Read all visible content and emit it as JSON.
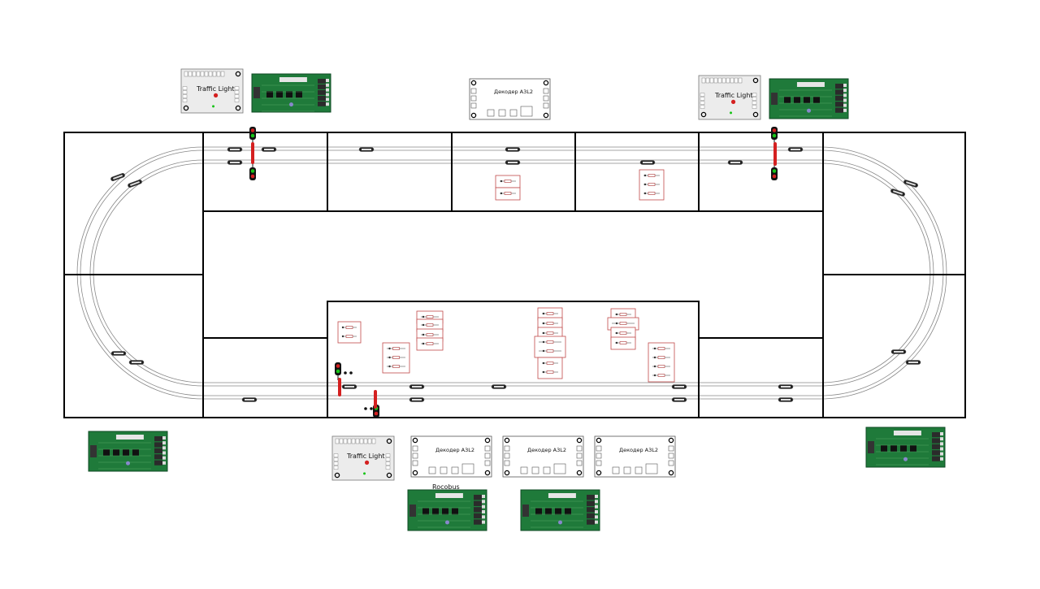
{
  "labels": {
    "traffic_light": "Traffic Light",
    "decoder": "Декодер A3L2",
    "rocobus": "Rocobus"
  },
  "colors": {
    "board_green": "#1f7a3a",
    "board_dark": "#0f4a24",
    "rail": "#777777",
    "frame": "#000000",
    "signal_red": "#d42020",
    "signal_green": "#18c418",
    "resistor_box": "#c04a4a"
  },
  "icons": [
    "traffic-signal-icon",
    "circuit-board-icon",
    "decoder-module-icon",
    "track-sensor-icon",
    "resistor-module-icon"
  ]
}
